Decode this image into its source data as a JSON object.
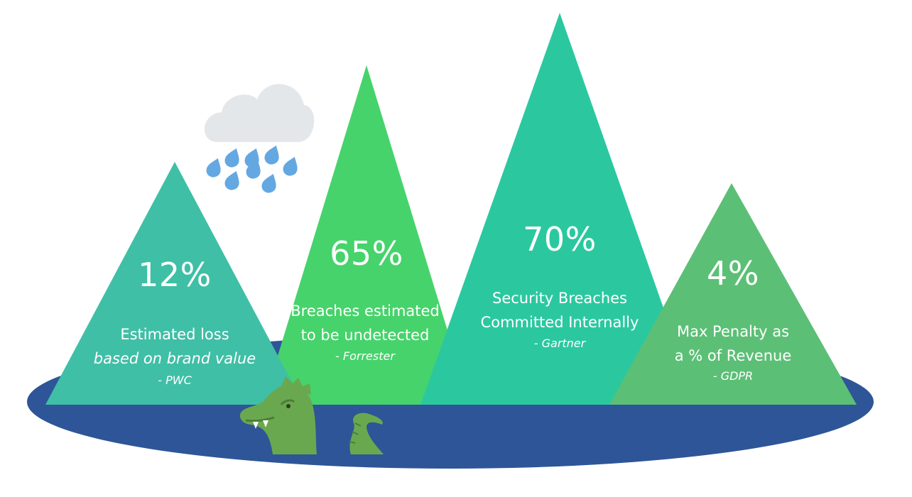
{
  "stats": [
    {
      "percent": "12%",
      "label_line1": "Estimated loss",
      "label_line2": "based on brand value",
      "source": "- PWC",
      "color": "#3fbfa6"
    },
    {
      "percent": "65%",
      "label_line1": "Breaches estimated",
      "label_line2": "to be undetected",
      "source": "- Forrester",
      "color": "#46d36b"
    },
    {
      "percent": "70%",
      "label_line1": "Security Breaches",
      "label_line2": "Committed Internally",
      "source": "- Gartner",
      "color": "#2bc8a0"
    },
    {
      "percent": "4%",
      "label_line1": "Max Penalty as",
      "label_line2": "a % of Revenue",
      "source": "- GDPR",
      "color": "#5cbf76"
    }
  ],
  "colors": {
    "lake": "#2e5597",
    "cloud": "#e4e7ea",
    "rain": "#64a8e2",
    "monster": "#6aa84f",
    "monster_dark": "#4a7f36"
  },
  "icons": [
    "rain-cloud-icon",
    "sea-monster-icon"
  ]
}
